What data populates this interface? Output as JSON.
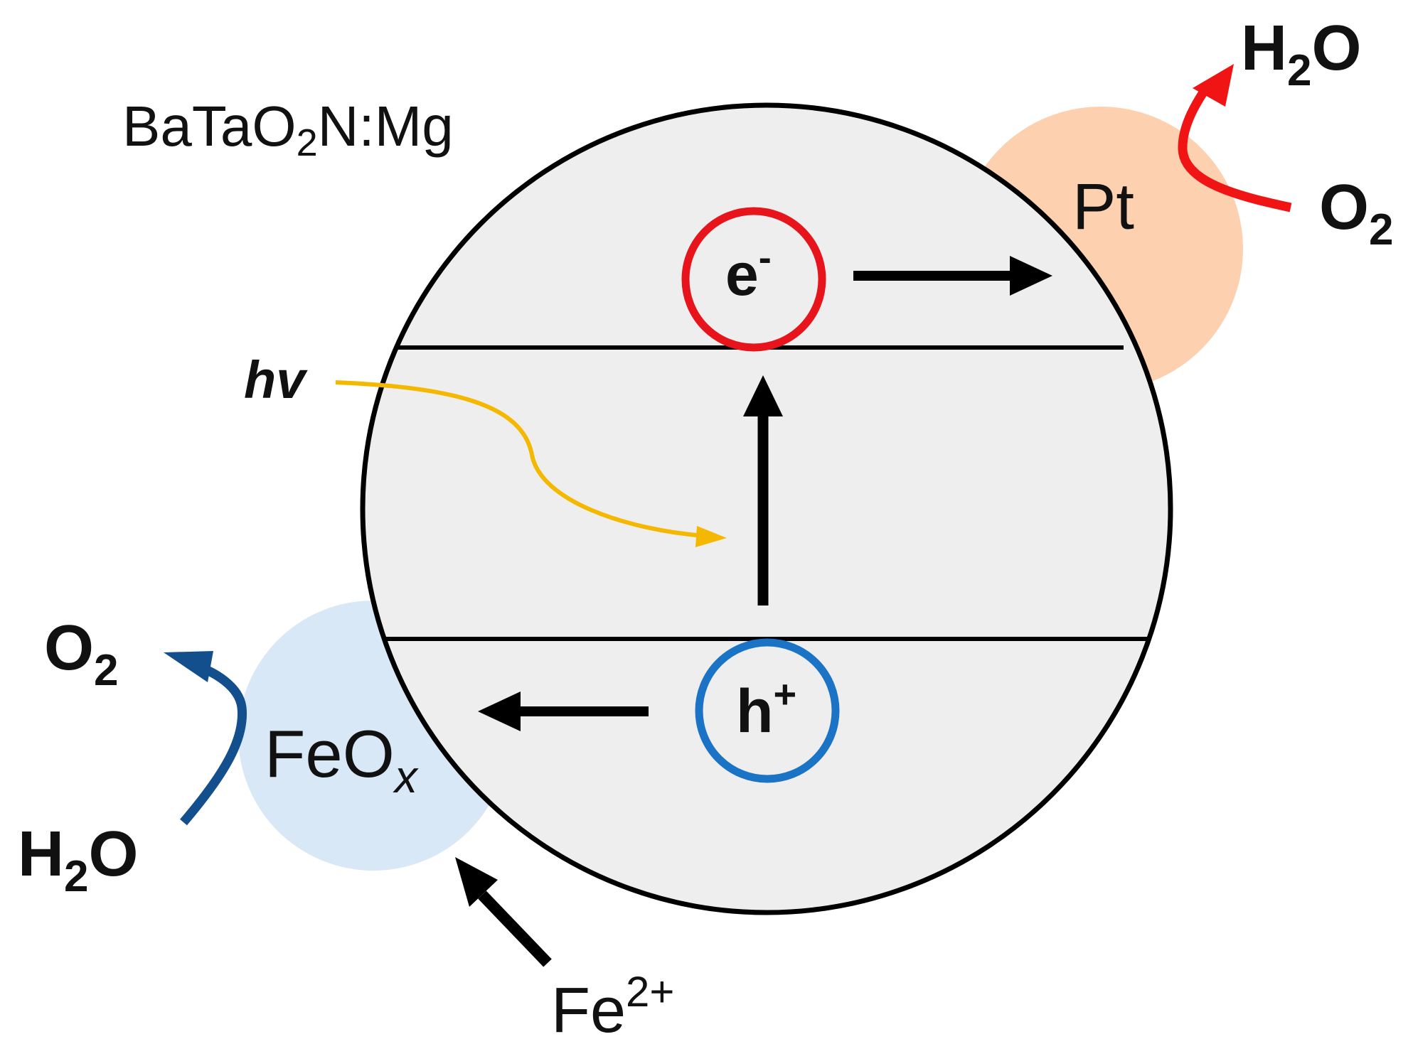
{
  "material": {
    "main": "BaTaO",
    "sub": "2",
    "rest": "N:Mg"
  },
  "electron": {
    "base": "e",
    "sup": "-"
  },
  "hole": {
    "base": "h",
    "sup": "+"
  },
  "photon": "hv",
  "pt_catalyst": {
    "label": "Pt",
    "reactant": {
      "main": "O",
      "sub": "2"
    },
    "product": {
      "main": "H",
      "sub": "2",
      "rest": "O"
    }
  },
  "feox_catalyst": {
    "label_main": "FeO",
    "label_sub": "x",
    "reactant": {
      "main": "H",
      "sub": "2",
      "rest": "O"
    },
    "product": {
      "main": "O",
      "sub": "2"
    },
    "precursor": {
      "base": "Fe",
      "sup": "2+"
    }
  },
  "colors": {
    "particle_fill": "#eeeeee",
    "pt_fill": "#fdd0b0",
    "feox_fill": "#d9e8f6",
    "electron_ring": "#e8141c",
    "hole_ring": "#1a73c4",
    "photon_arrow": "#f5b800",
    "pt_reaction_arrow": "#f01414",
    "feox_reaction_arrow": "#134f8c",
    "charge_arrows": "#000000"
  }
}
